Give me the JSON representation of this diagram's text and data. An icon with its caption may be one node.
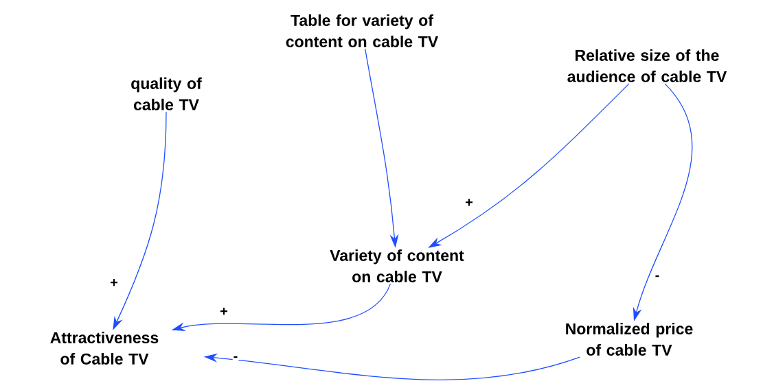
{
  "diagram": {
    "nodes": [
      {
        "text": [
          "Table for variety of content on cable TV"
        ]
      },
      {
        "text": [
          "Relative size of the audience of cable TV"
        ]
      },
      {
        "text": [
          "quality of cable TV"
        ]
      },
      {
        "text": [
          "Variety of content on cable TV"
        ]
      },
      {
        "text": [
          "Attractiveness of Cable TV"
        ]
      },
      {
        "text": [
          "Normalized price of cable TV"
        ]
      }
    ],
    "edges": [
      {
        "from": 0,
        "to": 3,
        "arrow": "to"
      },
      {
        "from": 1,
        "to": 3,
        "arrow": "to",
        "label": "+"
      },
      {
        "from": 2,
        "to": 4,
        "arrow": "to",
        "label": "+"
      },
      {
        "from": 3,
        "to": 4,
        "arrow": "to",
        "label": "+"
      },
      {
        "from": 1,
        "to": 5,
        "arrow": "to",
        "label": "-"
      },
      {
        "from": 5,
        "to": 4,
        "arrow": "to",
        "label": "-"
      }
    ]
  }
}
